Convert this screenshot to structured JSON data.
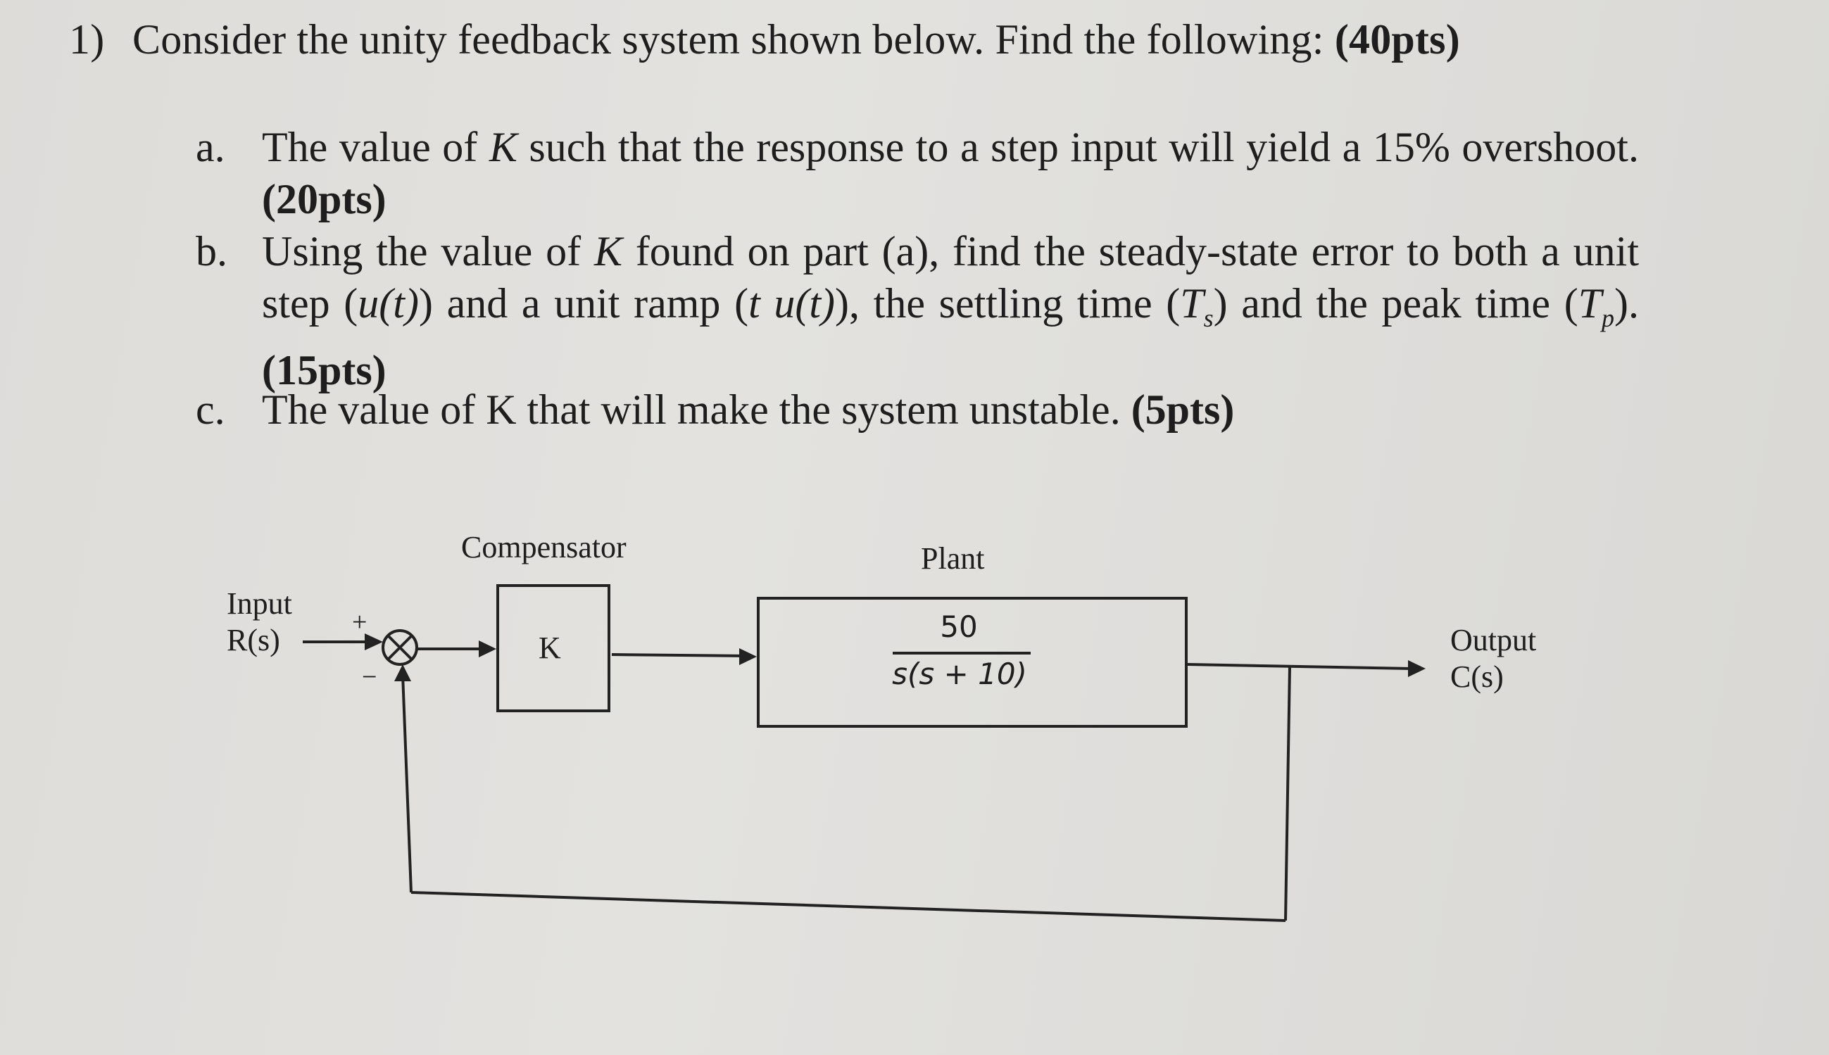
{
  "question": {
    "number": "1)",
    "text": "Consider the unity feedback system shown below. Find the following: ",
    "points": "(40pts)"
  },
  "items": [
    {
      "label": "a.",
      "text_1": "The value of ",
      "var": "K",
      "text_2": " such that the response to a step input will yield a 15% overshoot. ",
      "points": "(20pts)"
    },
    {
      "label": "b.",
      "text_1": "Using the value of ",
      "var": "K",
      "text_2": " found on part (a), find the steady-state error to both a unit step (",
      "step_fn": "u(t)",
      "text_3": ") and a unit ramp (",
      "ramp_fn": "t u(t)",
      "text_4": "), the settling time (",
      "ts": "T",
      "ts_sub": "s",
      "text_5": ") and the peak time (",
      "tp": "T",
      "tp_sub": "p",
      "text_6": "). ",
      "points": "(15pts)"
    },
    {
      "label": "c.",
      "text_1": "The value of K that will make the system unstable. ",
      "points": "(5pts)"
    }
  ],
  "diagram": {
    "input_label": "Input",
    "input_signal": "R(s)",
    "plus_sign": "+",
    "minus_sign": "−",
    "compensator_title": "Compensator",
    "compensator_gain": "K",
    "plant_title": "Plant",
    "plant_numerator": "50",
    "plant_denominator": "s(s + 10)",
    "output_label": "Output",
    "output_signal": "C(s)"
  }
}
